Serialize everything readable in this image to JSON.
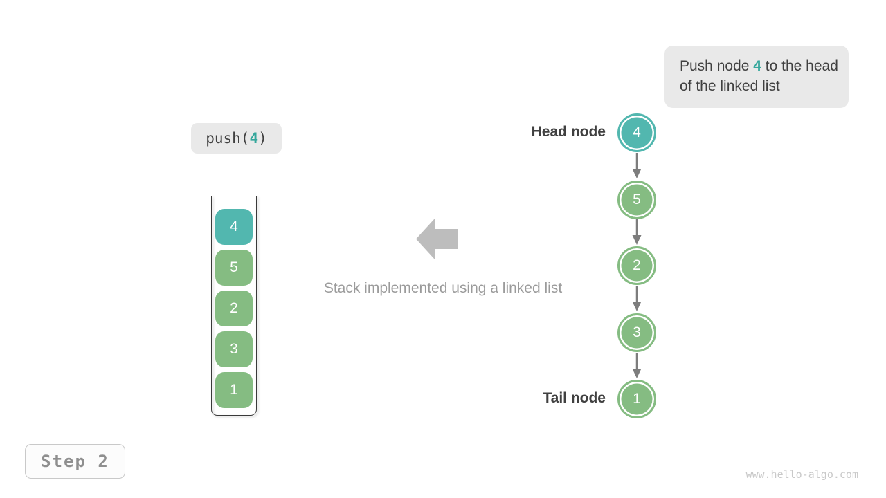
{
  "colors": {
    "teal": "#52b7af",
    "green": "#85bc82",
    "accent_text": "#35a79c",
    "note_bg": "#e9e9e9",
    "dark_text": "#404040",
    "muted_text": "#9b9b9b",
    "icon_gray": "#bdbdbd",
    "connector_gray": "#7d7d7d",
    "frame_border": "#3a3a3a",
    "step_bg": "#fcfcfc",
    "step_border": "#c9c9c9",
    "step_text": "#8f8f8f",
    "watermark_gray": "#c9c9c9"
  },
  "note": {
    "prefix": "Push node ",
    "highlight": "4",
    "suffix": " to the head of the linked list"
  },
  "operation": {
    "prefix": "push(",
    "arg": "4",
    "suffix": ")"
  },
  "stack": {
    "items": [
      {
        "value": "4",
        "color": "teal"
      },
      {
        "value": "5",
        "color": "green"
      },
      {
        "value": "2",
        "color": "green"
      },
      {
        "value": "3",
        "color": "green"
      },
      {
        "value": "1",
        "color": "green"
      }
    ]
  },
  "caption": {
    "text": "Stack implemented using a linked list"
  },
  "linked_list": {
    "head_label": "Head node",
    "tail_label": "Tail node",
    "nodes": [
      {
        "value": "4",
        "color": "teal"
      },
      {
        "value": "5",
        "color": "green"
      },
      {
        "value": "2",
        "color": "green"
      },
      {
        "value": "3",
        "color": "green"
      },
      {
        "value": "1",
        "color": "green"
      }
    ]
  },
  "step": {
    "label": "Step 2"
  },
  "footer": {
    "watermark": "www.hello-algo.com"
  }
}
